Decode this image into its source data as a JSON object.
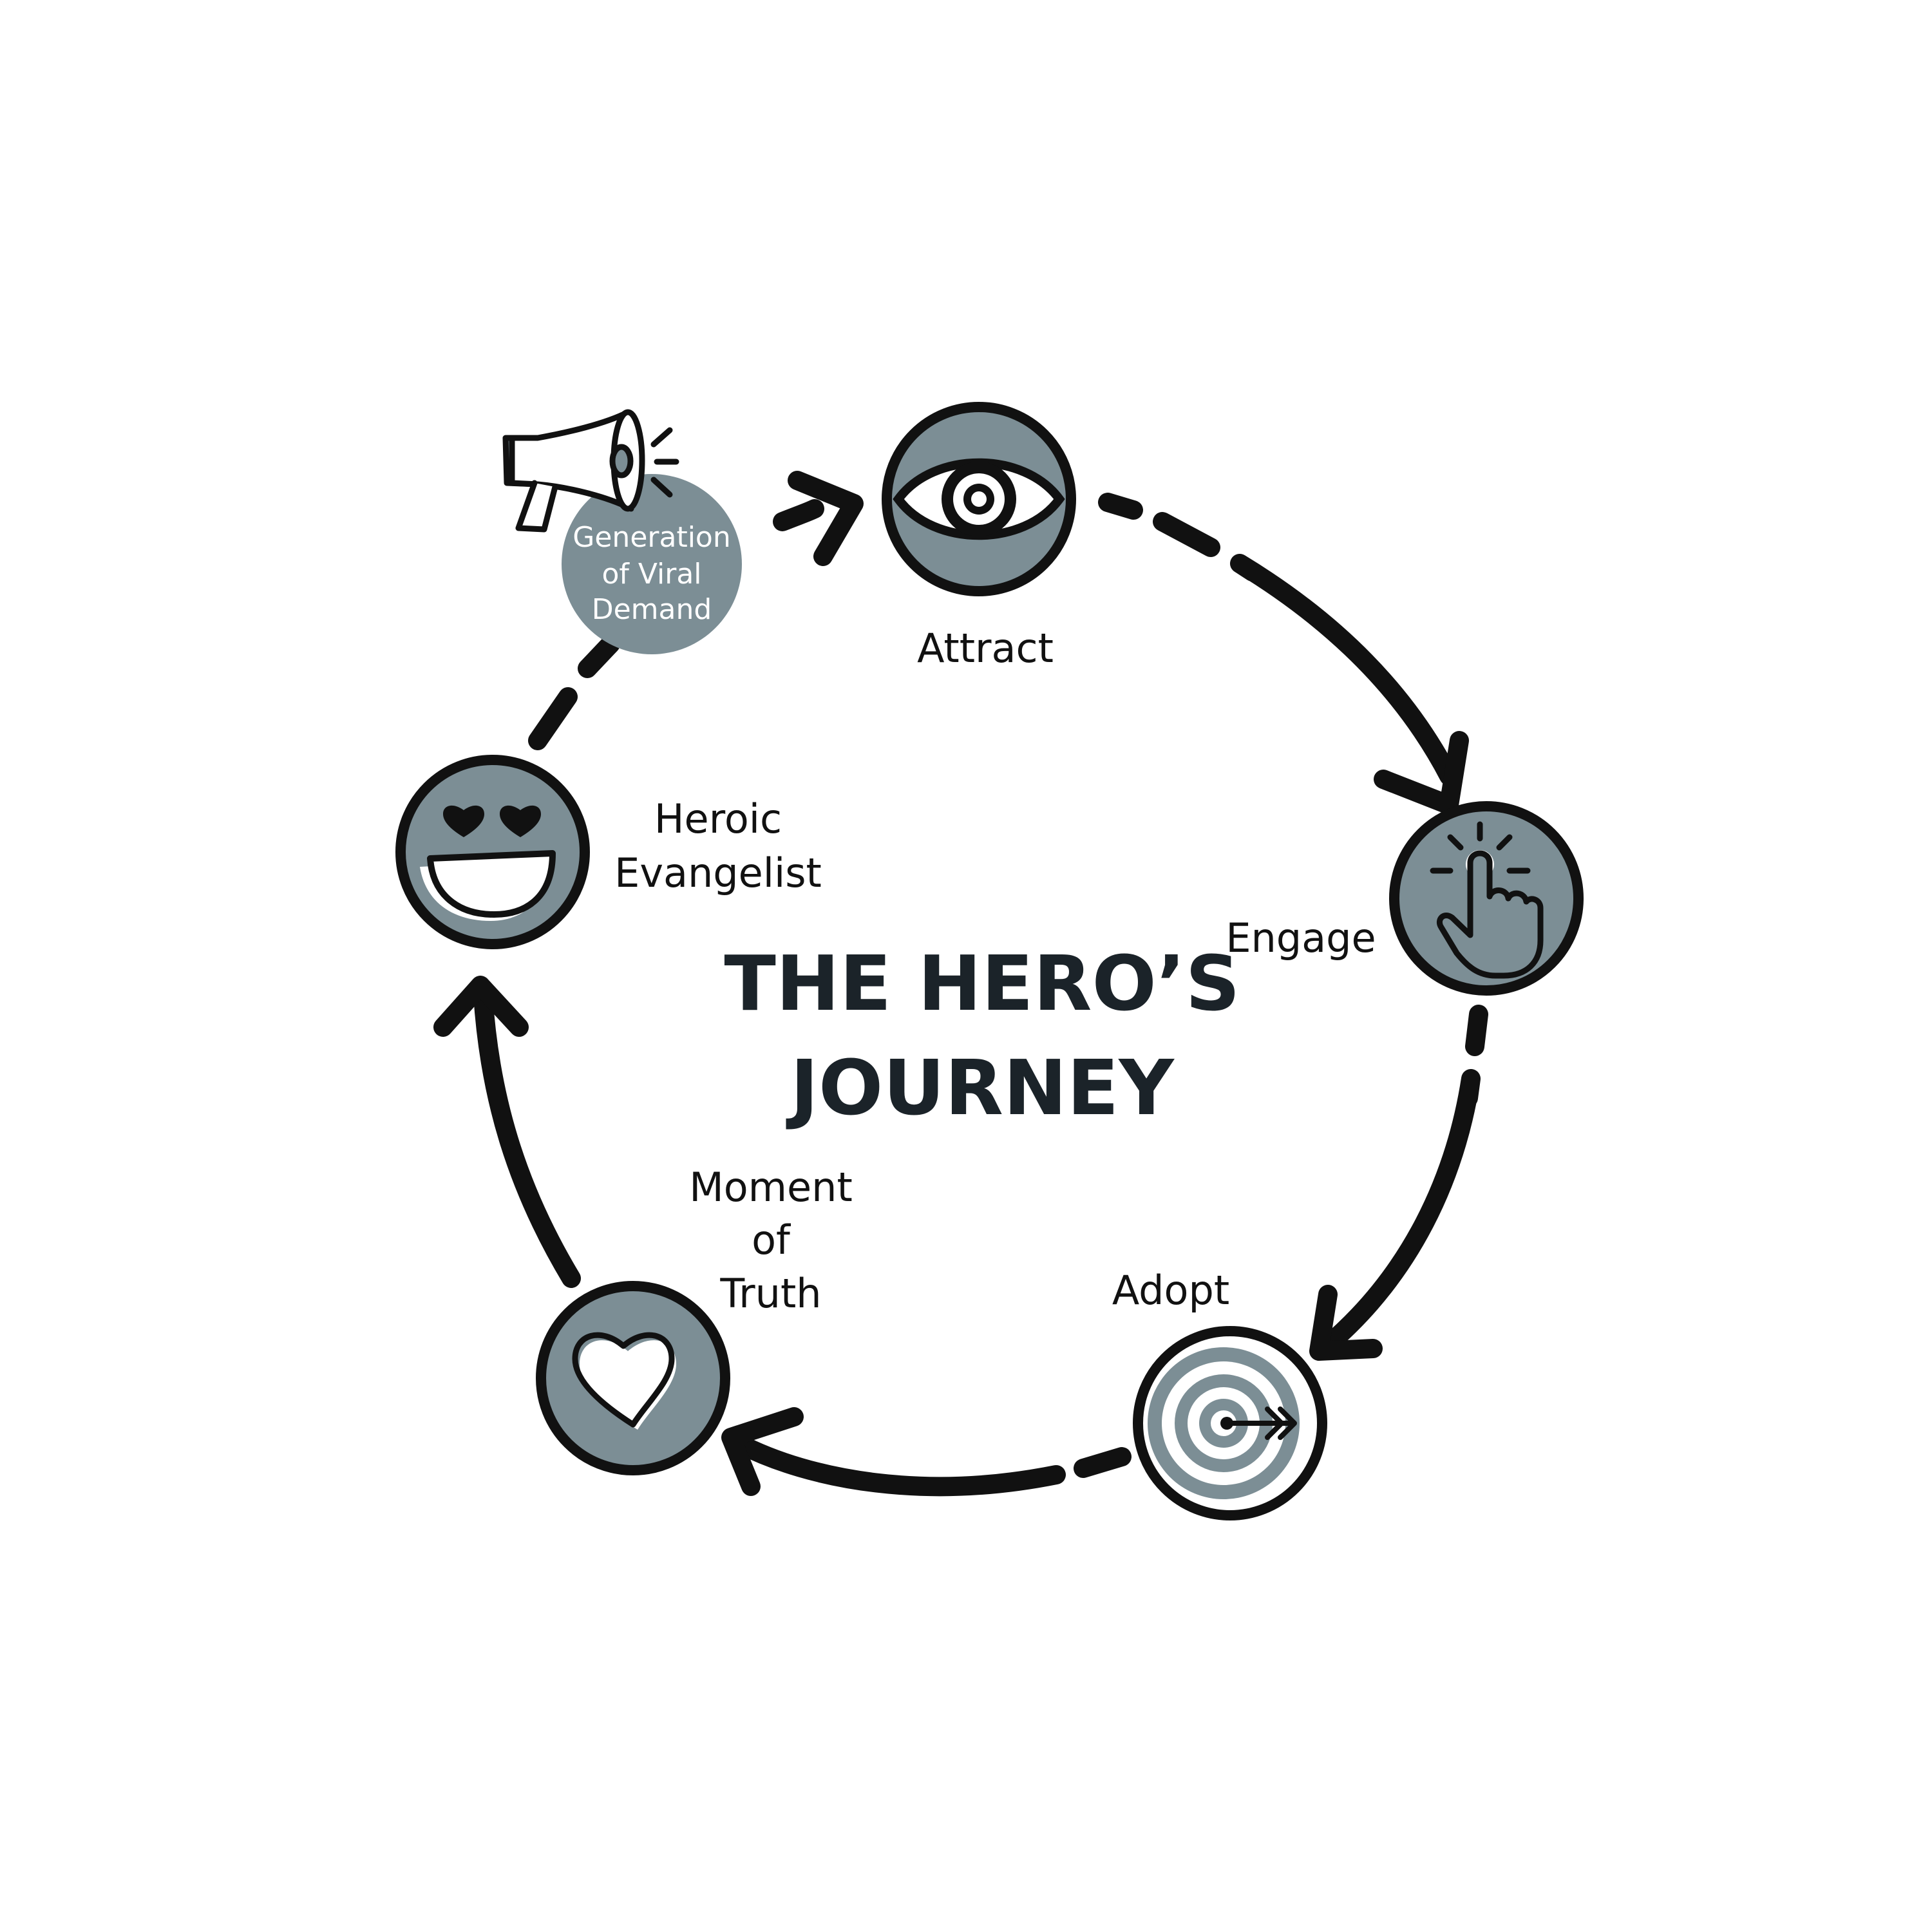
{
  "title": {
    "line1": "THE HERO’S",
    "line2": "JOURNEY"
  },
  "stages": {
    "attract": {
      "label": "Attract",
      "icon": "eye-icon"
    },
    "engage": {
      "label": "Engage",
      "icon": "pointing-hand-icon"
    },
    "adopt": {
      "label": "Adopt",
      "icon": "target-arrow-icon"
    },
    "moment_of_truth": {
      "lines": [
        "Moment",
        "of",
        "Truth"
      ],
      "icon": "heart-icon"
    },
    "heroic_evangelist": {
      "lines": [
        "Heroic",
        "Evangelist"
      ],
      "icon": "heart-eyes-face-icon"
    },
    "viral_demand": {
      "lines": [
        "Generation",
        "of Viral",
        "Demand"
      ],
      "icon": "megaphone-icon"
    }
  },
  "colors": {
    "fill": "#7c8e95",
    "stroke": "#111111",
    "text": "#111111",
    "title": "#1b2329",
    "background": "#ffffff"
  }
}
